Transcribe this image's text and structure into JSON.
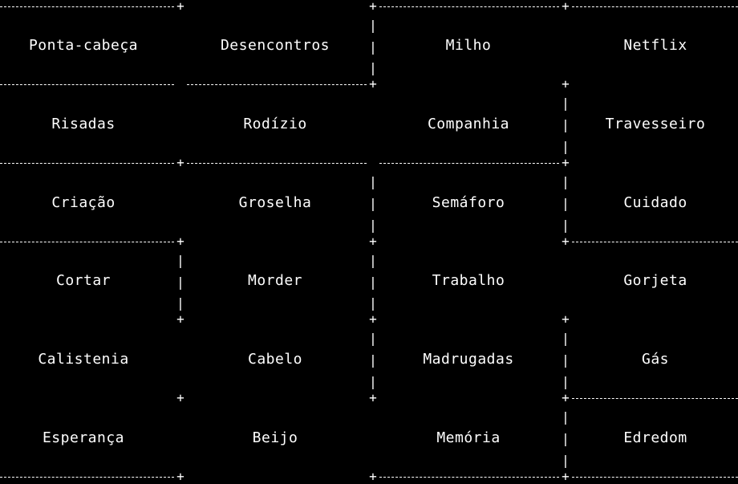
{
  "grid": {
    "rows": [
      [
        "Ponta-cabeça",
        "Desencontros",
        "Milho",
        "Netflix"
      ],
      [
        "Risadas",
        "Rodízio",
        "Companhia",
        "Travesseiro"
      ],
      [
        "Criação",
        "Groselha",
        "Semáforo",
        "Cuidado"
      ],
      [
        "Cortar",
        "Morder",
        "Trabalho",
        "Gorjeta"
      ],
      [
        "Calistenia",
        "Cabelo",
        "Madrugadas",
        "Gás"
      ],
      [
        "Esperança",
        "Beijo",
        "Memória",
        "Edredom"
      ]
    ]
  },
  "colors": {
    "background": "#000000",
    "foreground": "#ffffff"
  }
}
